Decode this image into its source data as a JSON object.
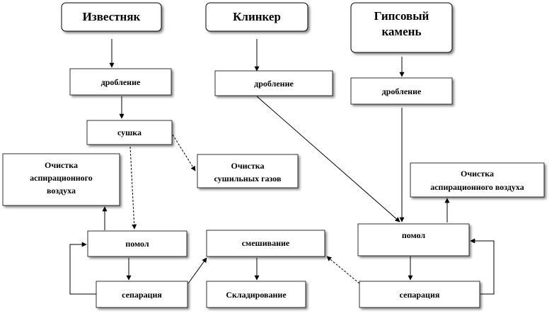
{
  "nodes": {
    "limestone": "Известняк",
    "clinker": "Клинкер",
    "gypsum_line1": "Гипсовый",
    "gypsum_line2": "камень",
    "crush_limestone": "дробление",
    "crush_clinker": "дробление",
    "crush_gypsum": "дробление",
    "drying": "сушка",
    "dryer_gas_cleaning_line1": "Очистка",
    "dryer_gas_cleaning_line2": "сушильных  газов",
    "air_cleaning_left_line1": "Очистка",
    "air_cleaning_left_line2": "аспирационного",
    "air_cleaning_left_line3": "воздуха",
    "air_cleaning_right_line1": "Очистка",
    "air_cleaning_right_line2": "аспирационного воздуха",
    "grinding_left": "помол",
    "grinding_right": "помол",
    "mixing": "смешивание",
    "separation_left": "сепарация",
    "separation_right": "сепарация",
    "storage": "Складирование"
  }
}
